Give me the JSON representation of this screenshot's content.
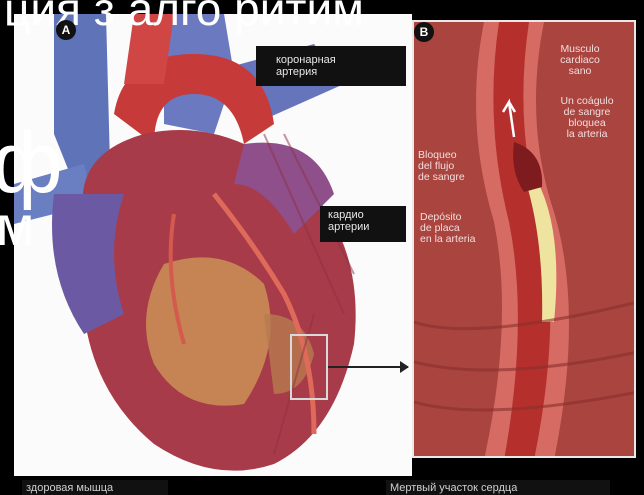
{
  "slide": {
    "line1": "ция з алго ритим",
    "line2": "ф",
    "line3": "м"
  },
  "panel_a": {
    "badge": "A",
    "coronary_label": "коронарная\nартерия",
    "cardio_label": "кардио\nартерии",
    "healthy_caption": "здоровая мышца"
  },
  "panel_b": {
    "badge": "B",
    "musculo": "Musculo\ncardiaco\nsano",
    "coagulo": "Un coágulo\nde sangre\nbloquea\nla arteria",
    "bloqueo": "Bloqueo\ndel flujo\nde sangre",
    "deposito": "Depósito\nde placa\nen la arteria",
    "dead_caption": "Мертвый участок сердца"
  },
  "colors": {
    "vein_blue": "#5f74b8",
    "aorta_red": "#c63b3a",
    "heart_muscle": "#a83b4a",
    "dead_tissue": "#c98d55",
    "plaque": "#efe3a0",
    "artery_wall": "#d56b62"
  }
}
